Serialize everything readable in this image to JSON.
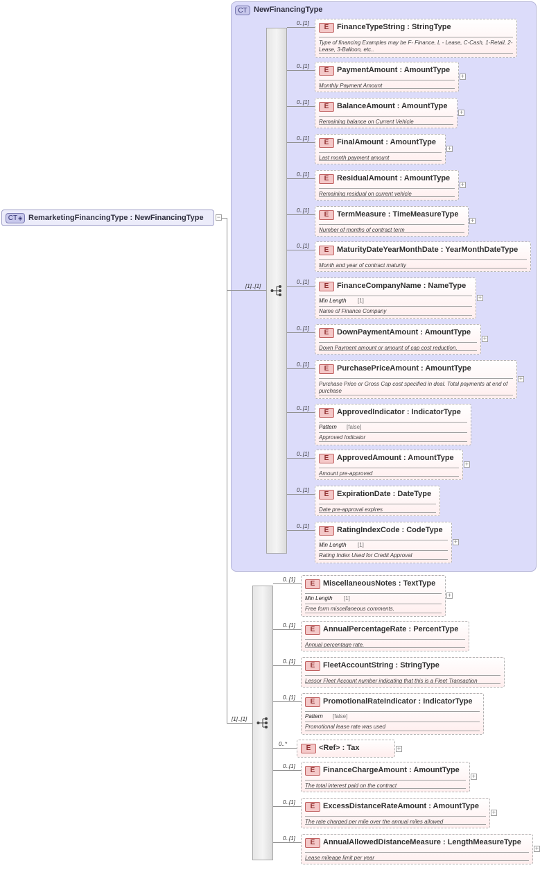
{
  "root": {
    "badge": "CT",
    "label": "RemarketingFinancingType : NewFinancingType",
    "expander": "−"
  },
  "base_type": {
    "badge": "CT",
    "title": "NewFinancingType",
    "occurs": "[1]..[1]"
  },
  "extension_group": {
    "occurs": "[1]..[1]"
  },
  "element_badge": "E",
  "expander_plus": "+",
  "base_elements": [
    {
      "name": "FinanceTypeString : StringType",
      "occurs": "0..[1]",
      "doc": "Type of financing Examples may be F- Finance, L - Lease, C-Cash, 1-Retail, 2-Lease, 3-Balloon, etc.."
    },
    {
      "name": "PaymentAmount : AmountType",
      "occurs": "0..[1]",
      "doc": "Monthly Payment Amount"
    },
    {
      "name": "BalanceAmount : AmountType",
      "occurs": "0..[1]",
      "doc": "Remaining balance on Current Vehicle"
    },
    {
      "name": "FinalAmount : AmountType",
      "occurs": "0..[1]",
      "doc": "Last month payment amount"
    },
    {
      "name": "ResidualAmount : AmountType",
      "occurs": "0..[1]",
      "doc": "Remaining residual on current vehicle"
    },
    {
      "name": "TermMeasure : TimeMeasureType",
      "occurs": "0..[1]",
      "doc": "Number of months of contract term"
    },
    {
      "name": "MaturityDateYearMonthDate : YearMonthDateType",
      "occurs": "0..[1]",
      "doc": "Month and year of contract maturity"
    },
    {
      "name": "FinanceCompanyName : NameType",
      "occurs": "0..[1]",
      "facet": "Min Length",
      "facet_value": "[1]",
      "doc": "Name of Finance Company"
    },
    {
      "name": "DownPaymentAmount : AmountType",
      "occurs": "0..[1]",
      "doc": "Down Payment amount or amount of cap cost reduction."
    },
    {
      "name": "PurchasePriceAmount : AmountType",
      "occurs": "0..[1]",
      "doc": "Purchase Price or Gross Cap cost specified in deal. Total payments at end of purchase"
    },
    {
      "name": "ApprovedIndicator : IndicatorType",
      "occurs": "0..[1]",
      "facet": "Pattern",
      "facet_value": "[false]",
      "doc": "Approved Indicator"
    },
    {
      "name": "ApprovedAmount : AmountType",
      "occurs": "0..[1]",
      "doc": "Amount pre-approved"
    },
    {
      "name": "ExpirationDate : DateType",
      "occurs": "0..[1]",
      "doc": "Date pre-approval expires"
    },
    {
      "name": "RatingIndexCode : CodeType",
      "occurs": "0..[1]",
      "facet": "Min Length",
      "facet_value": "[1]",
      "doc": "Rating Index Used for Credit Approval"
    }
  ],
  "ext_elements": [
    {
      "name": "MiscellaneousNotes : TextType",
      "occurs": "0..[1]",
      "facet": "Min Length",
      "facet_value": "[1]",
      "doc": "Free form miscellaneous comments."
    },
    {
      "name": "AnnualPercentageRate : PercentType",
      "occurs": "0..[1]",
      "doc": "Annual percentage rate."
    },
    {
      "name": "FleetAccountString : StringType",
      "occurs": "0..[1]",
      "doc": "Lessor Fleet Account number indicating that this is a Fleet Transaction"
    },
    {
      "name": "PromotionalRateIndicator : IndicatorType",
      "occurs": "0..[1]",
      "facet": "Pattern",
      "facet_value": "[false]",
      "doc": "Promotional lease rate was used"
    },
    {
      "name": "<Ref>      : Tax",
      "occurs": "0..*",
      "doc": ""
    },
    {
      "name": "FinanceChargeAmount : AmountType",
      "occurs": "0..[1]",
      "doc": "The total interest paid on the contract"
    },
    {
      "name": "ExcessDistanceRateAmount : AmountType",
      "occurs": "0..[1]",
      "doc": "The rate charged per mile over the annual miles allowed"
    },
    {
      "name": "AnnualAllowedDistanceMeasure : LengthMeasureType",
      "occurs": "0..[1]",
      "doc": "Lease mileage limit per year"
    }
  ]
}
